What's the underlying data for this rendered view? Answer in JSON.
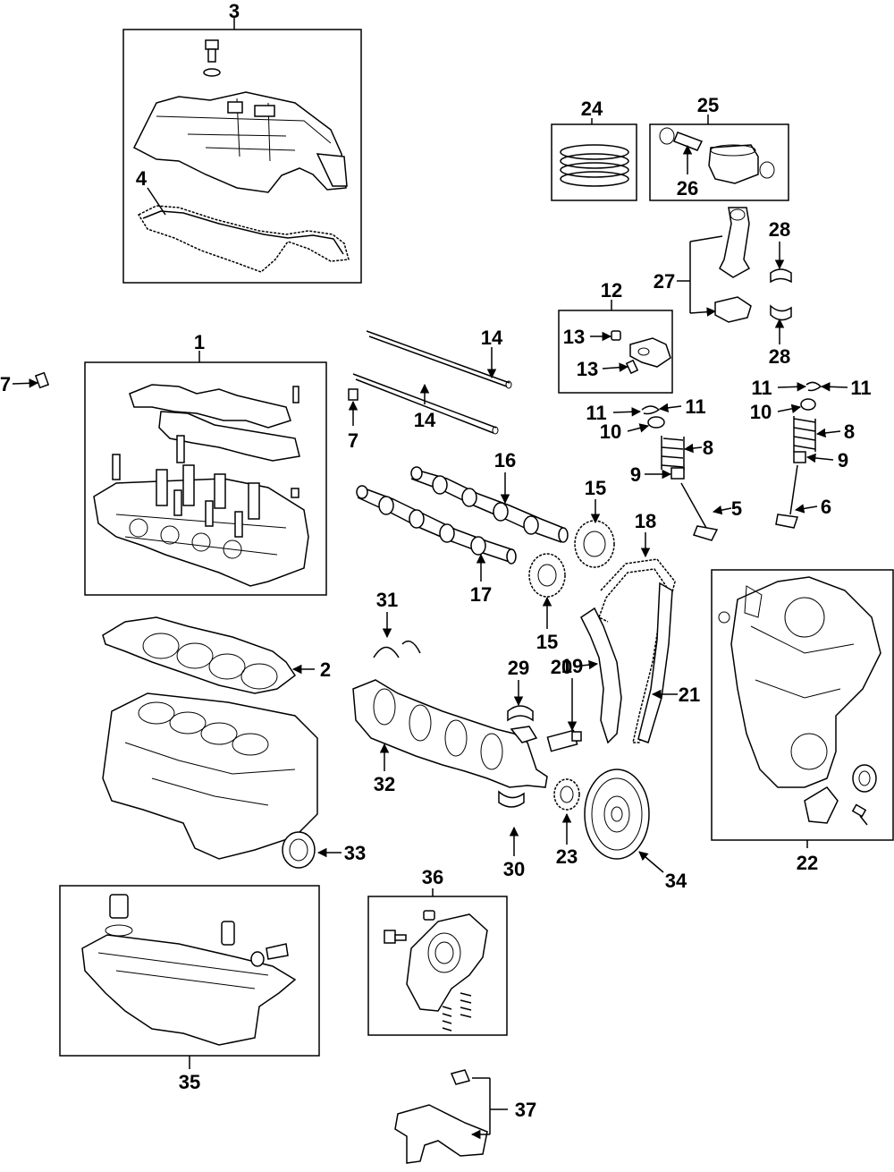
{
  "diagram": {
    "callouts": {
      "c1": "1",
      "c2": "2",
      "c3": "3",
      "c4": "4",
      "c5": "5",
      "c6": "6",
      "c7a": "7",
      "c7b": "7",
      "c8a": "8",
      "c8b": "8",
      "c9a": "9",
      "c9b": "9",
      "c10a": "10",
      "c10b": "10",
      "c11a": "11",
      "c11b": "11",
      "c11c": "11",
      "c11d": "11",
      "c12": "12",
      "c13a": "13",
      "c13b": "13",
      "c14a": "14",
      "c14b": "14",
      "c15a": "15",
      "c15b": "15",
      "c16": "16",
      "c17": "17",
      "c18": "18",
      "c19": "19",
      "c20": "20",
      "c21": "21",
      "c22": "22",
      "c23": "23",
      "c24": "24",
      "c25": "25",
      "c26": "26",
      "c27": "27",
      "c28a": "28",
      "c28b": "28",
      "c29": "29",
      "c30": "30",
      "c31": "31",
      "c32": "32",
      "c33": "33",
      "c34": "34",
      "c35": "35",
      "c36": "36",
      "c37": "37"
    }
  }
}
